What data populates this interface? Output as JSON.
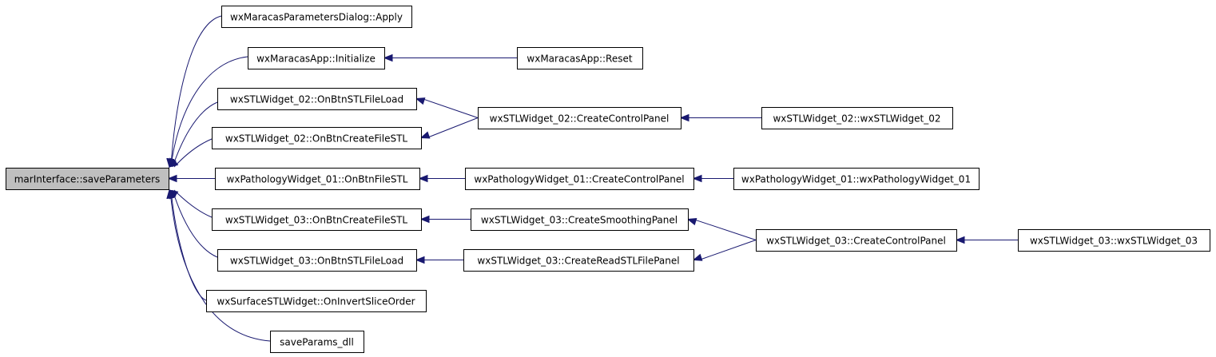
{
  "graph": {
    "edge_color": "#191970",
    "root_fill": "#bfbfbf",
    "node_fill": "#ffffff",
    "nodes": [
      {
        "id": "saveParameters",
        "label": "marInterface::saveParameters",
        "root": true
      },
      {
        "id": "dlgApply",
        "label": "wxMaracasParametersDialog::Apply"
      },
      {
        "id": "appInit",
        "label": "wxMaracasApp::Initialize"
      },
      {
        "id": "appReset",
        "label": "wxMaracasApp::Reset"
      },
      {
        "id": "stl02Load",
        "label": "wxSTLWidget_02::OnBtnSTLFileLoad"
      },
      {
        "id": "stl02Create",
        "label": "wxSTLWidget_02::OnBtnCreateFileSTL"
      },
      {
        "id": "stl02Panel",
        "label": "wxSTLWidget_02::CreateControlPanel"
      },
      {
        "id": "stl02Ctor",
        "label": "wxSTLWidget_02::wxSTLWidget_02"
      },
      {
        "id": "pathFile",
        "label": "wxPathologyWidget_01::OnBtnFileSTL"
      },
      {
        "id": "pathPanel",
        "label": "wxPathologyWidget_01::CreateControlPanel"
      },
      {
        "id": "pathCtor",
        "label": "wxPathologyWidget_01::wxPathologyWidget_01"
      },
      {
        "id": "stl03Create",
        "label": "wxSTLWidget_03::OnBtnCreateFileSTL"
      },
      {
        "id": "stl03Smooth",
        "label": "wxSTLWidget_03::CreateSmoothingPanel"
      },
      {
        "id": "stl03Panel",
        "label": "wxSTLWidget_03::CreateControlPanel"
      },
      {
        "id": "stl03Ctor",
        "label": "wxSTLWidget_03::wxSTLWidget_03"
      },
      {
        "id": "stl03Load",
        "label": "wxSTLWidget_03::OnBtnSTLFileLoad"
      },
      {
        "id": "stl03Read",
        "label": "wxSTLWidget_03::CreateReadSTLFilePanel"
      },
      {
        "id": "surfInvert",
        "label": "wxSurfaceSTLWidget::OnInvertSliceOrder"
      },
      {
        "id": "dll",
        "label": "saveParams_dll"
      }
    ],
    "edges": [
      {
        "from": "dlgApply",
        "to": "saveParameters"
      },
      {
        "from": "appInit",
        "to": "saveParameters"
      },
      {
        "from": "stl02Load",
        "to": "saveParameters"
      },
      {
        "from": "stl02Create",
        "to": "saveParameters"
      },
      {
        "from": "pathFile",
        "to": "saveParameters"
      },
      {
        "from": "stl03Create",
        "to": "saveParameters"
      },
      {
        "from": "stl03Load",
        "to": "saveParameters"
      },
      {
        "from": "surfInvert",
        "to": "saveParameters"
      },
      {
        "from": "dll",
        "to": "saveParameters"
      },
      {
        "from": "appReset",
        "to": "appInit"
      },
      {
        "from": "stl02Panel",
        "to": "stl02Load"
      },
      {
        "from": "stl02Panel",
        "to": "stl02Create"
      },
      {
        "from": "stl02Ctor",
        "to": "stl02Panel"
      },
      {
        "from": "pathPanel",
        "to": "pathFile"
      },
      {
        "from": "pathCtor",
        "to": "pathPanel"
      },
      {
        "from": "stl03Smooth",
        "to": "stl03Create"
      },
      {
        "from": "stl03Read",
        "to": "stl03Load"
      },
      {
        "from": "stl03Panel",
        "to": "stl03Smooth"
      },
      {
        "from": "stl03Panel",
        "to": "stl03Read"
      },
      {
        "from": "stl03Ctor",
        "to": "stl03Panel"
      }
    ]
  }
}
